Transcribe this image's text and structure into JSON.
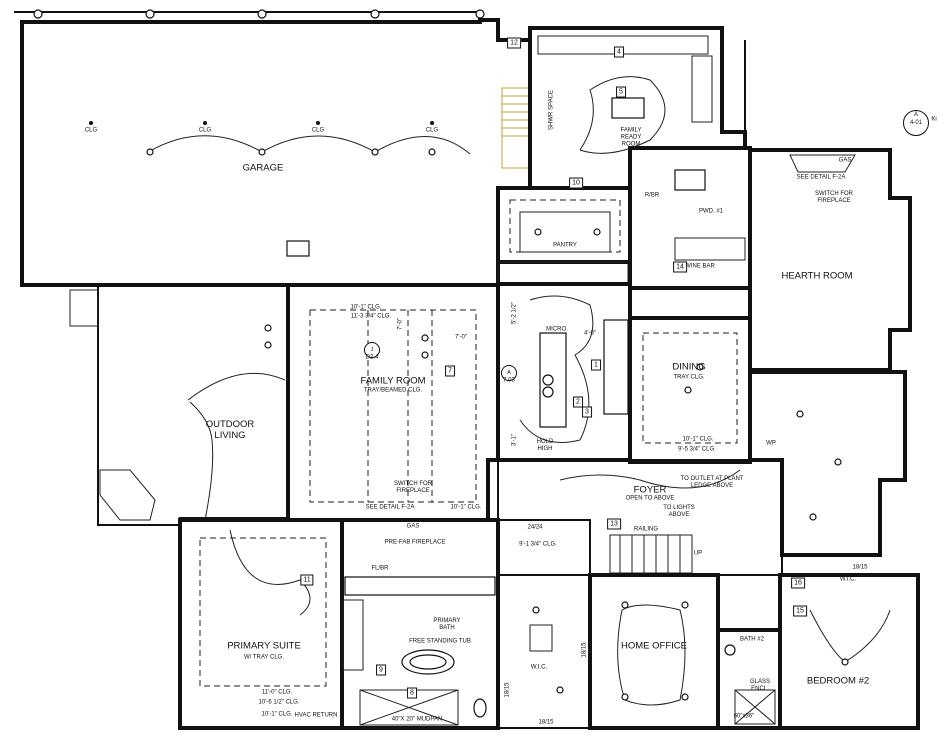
{
  "rooms": {
    "garage": "GARAGE",
    "family_ready_room": "FAMILY\nREADY\nROOM",
    "pantry": "PANTRY",
    "family_room": "FAMILY ROOM",
    "family_room_clg": "TRAY/BEAMED CLG.",
    "outdoor_living": "OUTDOOR\nLIVING",
    "dining": "DINING",
    "dining_clg": "TRAY CLG.",
    "hearth_room": "HEARTH ROOM",
    "foyer": "FOYER",
    "foyer_note": "OPEN TO ABOVE",
    "primary_suite": "PRIMARY SUITE",
    "primary_suite_clg": "W/ TRAY CLG.",
    "primary_bath": "PRIMARY\nBATH",
    "home_office": "HOME OFFICE",
    "bedroom2": "BEDROOM #2",
    "pwd": "PWD. #1",
    "wine_bar": "WINE BAR",
    "bath2": "BATH #2",
    "wic_left": "W.I.C.",
    "wic_right": "W.I.C."
  },
  "notes": {
    "clg": "CLG",
    "gas": "GAS",
    "see_detail_fireplace": "SEE DETAIL F-2A",
    "switch_fireplace": "SWITCH FOR\nFIREPLACE",
    "pre_fab_fireplace": "PRE-FAB FIREPLACE",
    "to_outlet": "TO OUTLET AT PLANT\nLEDGE ABOVE",
    "to_lights": "TO LIGHTS\nABOVE",
    "railing": "RAILING",
    "up": "UP",
    "micro": "MICRO.",
    "hold_high": "HOLD\nHIGH",
    "rf_br": "R/BR",
    "fl_br": "FL/BR",
    "wp": "WP",
    "free_standing_tub": "FREE STANDING TUB",
    "mudpan": "40\"X 20\" MUDPAN",
    "hvac_return": "HVAC RETURN",
    "glass_encl": "GLASS\nENCL.",
    "mudpan_small": "60\"x36\"",
    "shower_space": "SHWR SPACE"
  },
  "dimensions": {
    "fr_clg_1": "10'-1\" CLG.",
    "fr_clg_2": "11'-3 3/4\" CLG.",
    "fr_clg_3": "10'-1\" CLG.",
    "dim_7_0_a": "7'-0\"",
    "dim_7_0_b": "7'-0\"",
    "dim_4_0": "4'-0\"",
    "dim_5_2": "5'-2 1/2\"",
    "dim_3_1": "3'-1\"",
    "dining_clg_1": "10'-1\" CLG.",
    "dining_clg_2": "9'-5 3/4\" CLG.",
    "ps_clg_1": "11'-0\" CLG.",
    "ps_clg_2": "10'-6 1/2\" CLG.",
    "ps_clg_3": "10'-1\" CLG.",
    "bath_clg": "9'-1 3/4\" CLG.",
    "closet_18_15_a": "18/15",
    "closet_18_15_b": "18/15",
    "closet_18_15_c": "18/15",
    "closet_18_15_d": "18/15",
    "door_24_24": "24/24"
  },
  "tags": {
    "t12": "12",
    "t4": "4",
    "t5": "5",
    "t10": "10",
    "t14": "14",
    "t7": "7",
    "t1": "1",
    "t2": "2",
    "t3": "3",
    "t13": "13",
    "t9": "9",
    "t8": "8",
    "t11": "11",
    "t15": "15",
    "t16": "16"
  },
  "section_marker": {
    "letter": "A",
    "ref": "4-01",
    "side_text": "Ki"
  },
  "fr_marker": {
    "letter": "J",
    "ref": "D2.4"
  },
  "kitchen_marker": {
    "letter": "A",
    "ref": "7.03"
  }
}
